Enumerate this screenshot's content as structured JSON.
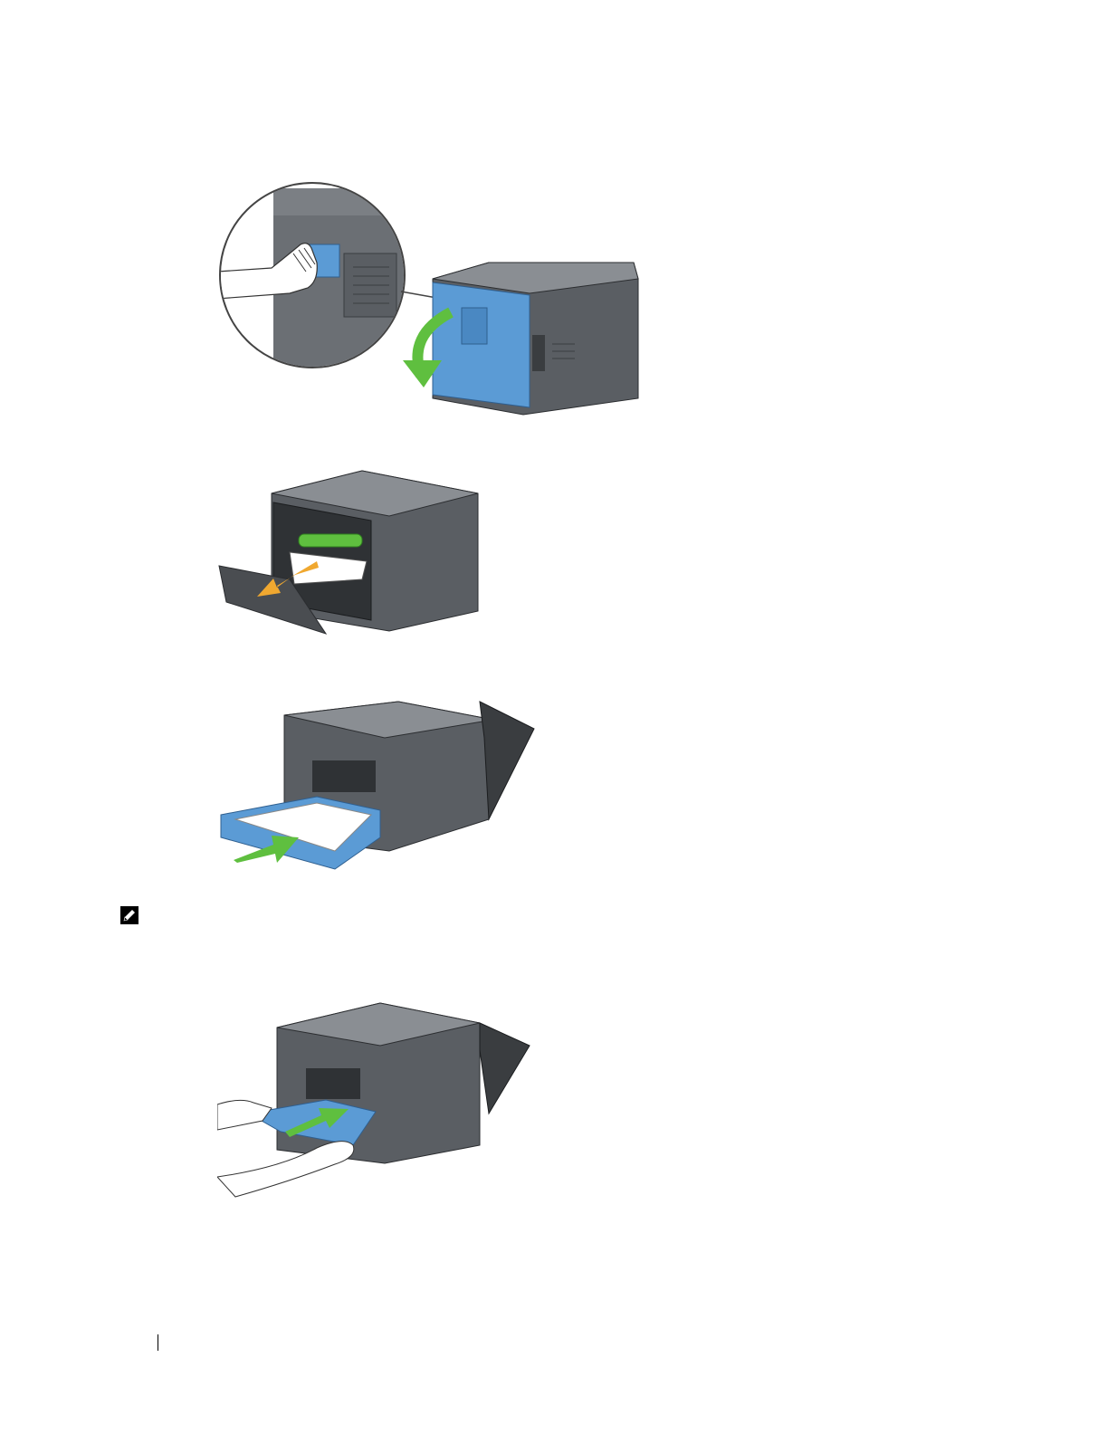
{
  "page": {
    "background": "#ffffff"
  },
  "figures": [
    {
      "id": "fig-rear-cover-open",
      "icons": [
        "hand-icon",
        "curved-arrow-icon",
        "printer-icon",
        "magnifier-callout-icon"
      ],
      "colors": {
        "cover": "#5b9bd5",
        "arrow": "#5fbf3f",
        "body": "#5a5e63"
      }
    },
    {
      "id": "fig-remove-jammed-paper",
      "icons": [
        "printer-icon",
        "paper-icon",
        "arrow-icon"
      ],
      "colors": {
        "roller": "#5fbf3f",
        "arrow": "#f0a830",
        "body": "#5a5e63"
      }
    },
    {
      "id": "fig-insert-tray",
      "icons": [
        "printer-icon",
        "tray-icon",
        "arrow-icon"
      ],
      "colors": {
        "tray": "#5b9bd5",
        "arrow": "#5fbf3f",
        "body": "#5a5e63"
      }
    },
    {
      "id": "fig-insert-tray-hands",
      "icons": [
        "printer-icon",
        "tray-icon",
        "hands-icon",
        "arrow-icon"
      ],
      "colors": {
        "tray": "#5b9bd5",
        "arrow": "#5fbf3f",
        "body": "#5a5e63"
      }
    }
  ],
  "note": {
    "icon": "note-pencil-icon"
  }
}
